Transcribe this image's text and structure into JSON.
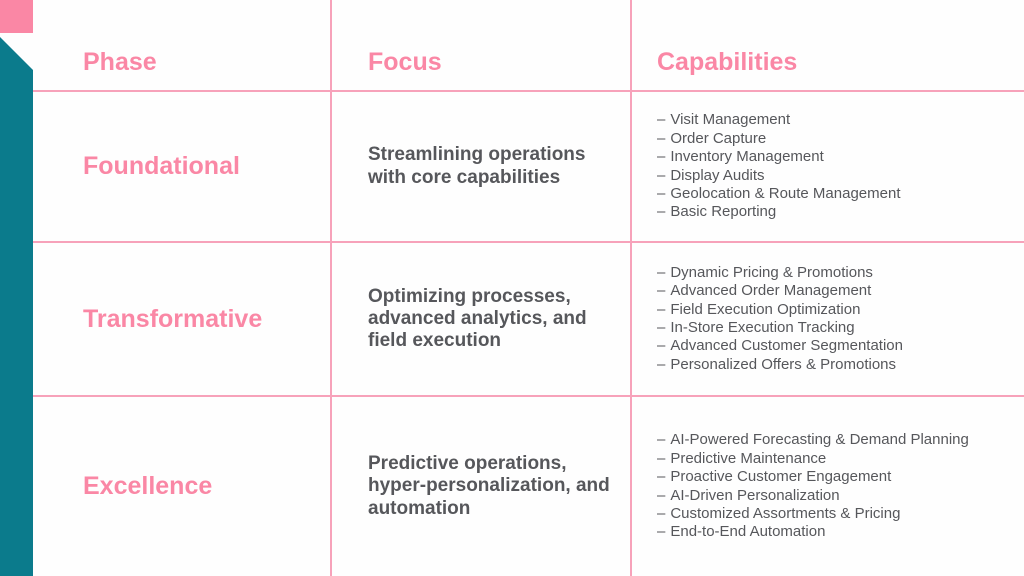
{
  "colors": {
    "pink": "#fa87a5",
    "line": "#f7a2ba",
    "teal": "#0b7b8c",
    "ink": "#56575b",
    "bg": "#fefefe"
  },
  "table": {
    "bullet": "–",
    "headers": [
      {
        "label": "Phase"
      },
      {
        "label": "Focus"
      },
      {
        "label": "Capabilities"
      }
    ],
    "rows": [
      {
        "phase": "Foundational",
        "focus": "Streamlining operations with core capabilities",
        "capabilities": [
          "Visit Management",
          "Order Capture",
          "Inventory Management",
          "Display Audits",
          "Geolocation & Route Management",
          "Basic Reporting"
        ]
      },
      {
        "phase": "Transformative",
        "focus": "Optimizing processes, advanced analytics, and field execution",
        "capabilities": [
          "Dynamic Pricing & Promotions",
          "Advanced Order Management",
          "Field Execution Optimization",
          "In-Store Execution Tracking",
          "Advanced Customer Segmentation",
          "Personalized Offers & Promotions"
        ]
      },
      {
        "phase": "Excellence",
        "focus": "Predictive operations, hyper-personalization, and automation",
        "capabilities": [
          "AI-Powered Forecasting & Demand Planning",
          "Predictive Maintenance",
          "Proactive Customer Engagement",
          "AI-Driven Personalization",
          "Customized Assortments & Pricing",
          "End-to-End Automation"
        ]
      }
    ]
  }
}
